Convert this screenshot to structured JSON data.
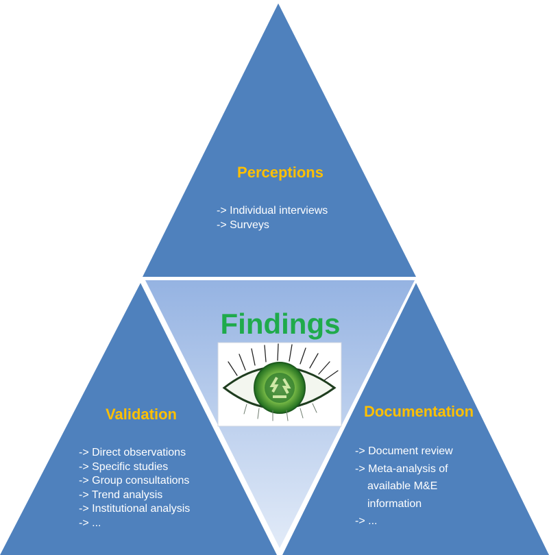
{
  "colors": {
    "triangle_fill": "#4f81bd",
    "center_gradient_top": "#95b3e2",
    "center_gradient_bottom": "#e2ebf8",
    "heading": "#ffc000",
    "findings": "#1faa4b",
    "item_text": "#ffffff"
  },
  "perceptions": {
    "title": "Perceptions",
    "items": [
      "-> Individual interviews",
      "-> Surveys"
    ]
  },
  "center": {
    "title": "Findings",
    "image_icon": "eye-recycle-icon"
  },
  "validation": {
    "title": "Validation",
    "items": [
      "-> Direct observations",
      "-> Specific studies",
      "-> Group consultations",
      "-> Trend analysis",
      "-> Institutional analysis",
      "-> ..."
    ]
  },
  "documentation": {
    "title": "Documentation",
    "items": [
      "-> Document review",
      "-> Meta-analysis of",
      "available M&E",
      "information",
      "-> ..."
    ]
  }
}
